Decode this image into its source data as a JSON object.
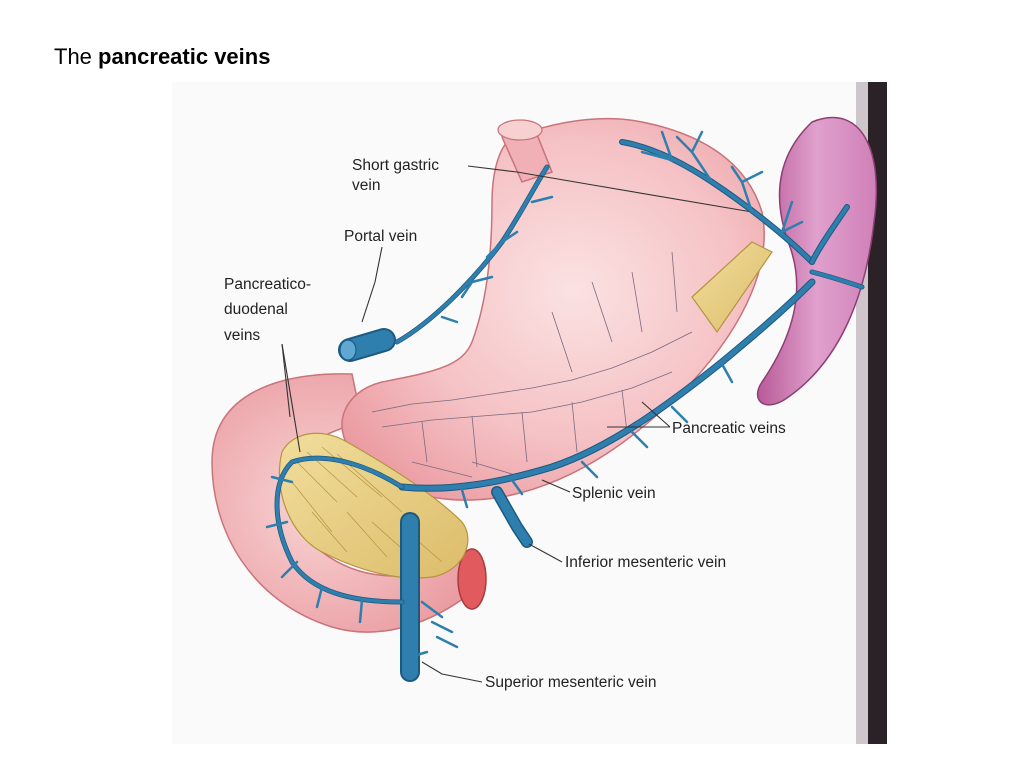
{
  "slide": {
    "title_prefix": "The ",
    "title_bold": "pancreatic veins"
  },
  "figure": {
    "labels": {
      "short_gastric_line1": "Short gastric",
      "short_gastric_line2": "vein",
      "portal_vein": "Portal vein",
      "pancreaticoduodenal_line1": "Pancreatico-",
      "pancreaticoduodenal_line2": "duodenal",
      "pancreaticoduodenal_line3": "veins",
      "pancreatic_veins": "Pancreatic veins",
      "splenic_vein": "Splenic vein",
      "inferior_mesenteric_vein": "Inferior mesenteric vein",
      "superior_mesenteric_vein": "Superior mesenteric vein"
    },
    "colors": {
      "vein": "#2e7fae",
      "stomach": "#f3b7bd",
      "pancreas": "#ecd48a",
      "spleen": "#c86aa8"
    }
  }
}
